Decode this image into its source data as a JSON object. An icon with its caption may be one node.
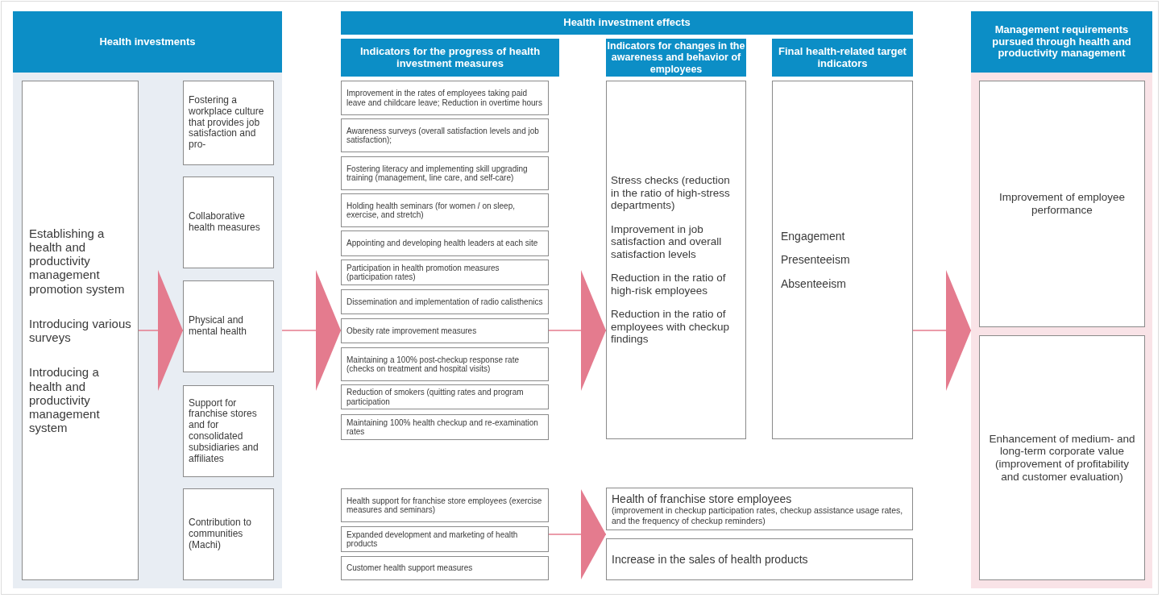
{
  "diagram": {
    "nodes": [
      {
        "text": [
          "Health investments"
        ]
      },
      {
        "text": [
          "Establishing a health and productivity management promotion system",
          "Introducing various surveys",
          "Introducing a health and productivity management system"
        ],
        "in": 0
      },
      {
        "text": [
          "Fostering a workplace culture that provides job satisfaction and pro-"
        ],
        "in": 0
      },
      {
        "text": [
          "Collaborative health measures"
        ],
        "in": 0
      },
      {
        "text": [
          "Physical and mental health"
        ],
        "in": 0
      },
      {
        "text": [
          "Support for franchise stores and for consolidated subsidiaries and affiliates"
        ],
        "in": 0
      },
      {
        "text": [
          "Contribution to communities (Machi)"
        ],
        "in": 0
      },
      {
        "text": [
          "Health investment effects"
        ]
      },
      {
        "text": [
          "Indicators for the progress of health investment measures"
        ]
      },
      {
        "text": [
          "Improvement in the rates of employees taking paid leave and childcare leave; Reduction in overtime hours"
        ]
      },
      {
        "text": [
          "Awareness surveys (overall satisfaction levels and job satisfaction);"
        ]
      },
      {
        "text": [
          "Fostering literacy and implementing skill upgrading training (management, line care, and self-care)"
        ]
      },
      {
        "text": [
          "Holding health seminars (for women / on sleep, exercise, and stretch)"
        ]
      },
      {
        "text": [
          "Appointing and developing health leaders at each site"
        ]
      },
      {
        "text": [
          "Participation in health promotion measures (participation rates)"
        ]
      },
      {
        "text": [
          "Dissemination and implementation of radio calisthenics"
        ]
      },
      {
        "text": [
          "Obesity rate improvement measures"
        ]
      },
      {
        "text": [
          "Maintaining a 100% post-checkup response rate (checks on treatment and hospital visits)"
        ]
      },
      {
        "text": [
          "Reduction of smokers (quitting rates and program participation"
        ]
      },
      {
        "text": [
          "Maintaining 100% health checkup and re-examination rates"
        ]
      },
      {
        "text": [
          "Indicators for changes in the awareness and behavior of employees"
        ]
      },
      {
        "text": [
          "Stress checks (reduction in the ratio of high-stress departments)",
          "Improvement in job satisfaction and overall satisfaction levels",
          "Reduction in the ratio of high-risk employees",
          "Reduction in the ratio of employees with checkup findings"
        ]
      },
      {
        "text": [
          "Final health-related target indicators"
        ]
      },
      {
        "text": [
          "Engagement",
          "Presenteeism",
          "Absenteeism"
        ]
      },
      {
        "text": [
          "Health support for franchise store employees (exercise measures and seminars)"
        ]
      },
      {
        "text": [
          "Expanded development and marketing of health products"
        ]
      },
      {
        "text": [
          "Customer health support measures"
        ]
      },
      {
        "text": [
          "Health of franchise store employees",
          "(improvement in checkup participation rates, checkup assistance usage rates, and the frequency of checkup reminders)"
        ]
      },
      {
        "text": [
          "Increase in the sales of health products"
        ]
      },
      {
        "text": [
          "Management requirements pursued through health and productivity management"
        ]
      },
      {
        "text": [
          "Improvement of employee performance"
        ],
        "in": 29
      },
      {
        "text": [
          "Enhancement of medium- and long-term corporate value (improvement of profitability and customer evaluation)"
        ],
        "in": 29
      }
    ],
    "edges": [
      {
        "from": 1,
        "to": 4,
        "arrow": "to"
      },
      {
        "from": 0,
        "to": 16,
        "arrow": "to"
      },
      {
        "from": 16,
        "to": 21,
        "arrow": "to"
      },
      {
        "from": 23,
        "to": 29,
        "arrow": "to"
      },
      {
        "from": 25,
        "to": 27,
        "arrow": "to"
      }
    ]
  }
}
